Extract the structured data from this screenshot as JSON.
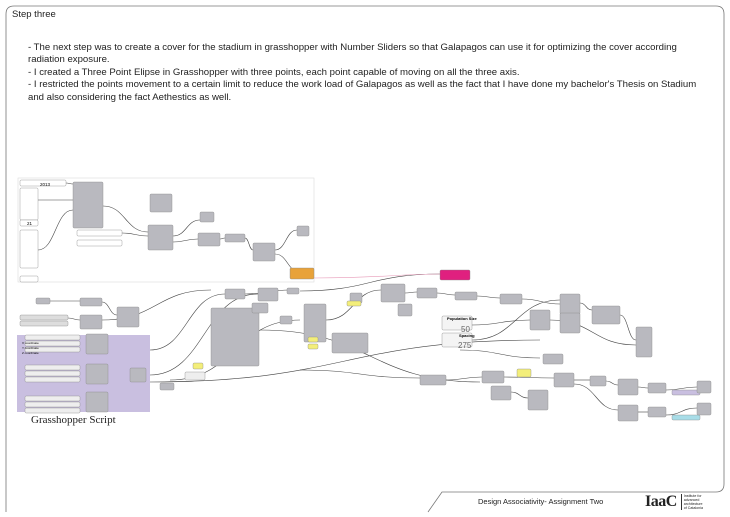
{
  "page": {
    "step_label": "Step three",
    "paragraphs": [
      "- The next step was to create a cover for the stadium in grasshopper with Number Sliders so that Galapagos can use it for optimizing the cover according radiation exposure.",
      "- I created a Three Point Elipse in Grasshopper with three points, each point capable of moving on all the three axis.",
      "- I restricted the points movement to a certain limit to reduce the work load of Galapagos as well as the fact that I have done my bachelor's Thesis on Stadium and also considering the fact Aethestics as well."
    ],
    "caption": "Grasshopper Script"
  },
  "graph": {
    "year_value": "2013",
    "hour_value": "21",
    "population_label": "Population Size",
    "population_value": "50",
    "spacing_label": "Spacing",
    "spacing_value": "275",
    "coordinate_labels": [
      "X coordinate",
      "Y coordinate",
      "Z coordinate"
    ],
    "colors": {
      "purple_panel": "#c9bfe0",
      "galapagos": "#e0207f",
      "orange_node": "#e8a23a",
      "yellow_panel": "#f3ee7a",
      "node": "#b9b9bf"
    }
  },
  "footer": {
    "title": "Design Associativity- Assignment Two",
    "logo_mark": "IaaC",
    "logo_text": "Institute for advanced architecture of Catalonia"
  }
}
